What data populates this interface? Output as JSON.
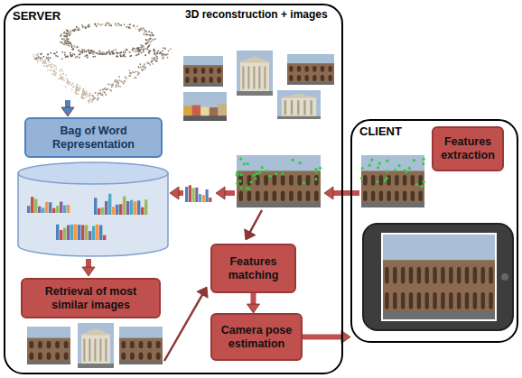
{
  "diagram": {
    "nodes": [
      {
        "text": [
          "SERVER"
        ]
      },
      {
        "text": [
          "Bag of Word Representation"
        ],
        "in": 0
      },
      {
        "text": [
          "Retrieval of most similar images"
        ],
        "in": 0
      },
      {
        "text": [
          "Features matching"
        ],
        "in": 0
      },
      {
        "text": [
          "Camera pose estimation"
        ],
        "in": 0
      },
      {
        "text": [
          "CLIENT"
        ]
      },
      {
        "text": [
          "Features extraction"
        ],
        "in": 5
      }
    ],
    "edges": [
      {
        "from": 3,
        "to": 4,
        "arrow": "to"
      },
      {
        "from": 4,
        "to": 5,
        "arrow": "to"
      }
    ],
    "labels": [
      "3D reconstruction + images"
    ]
  }
}
